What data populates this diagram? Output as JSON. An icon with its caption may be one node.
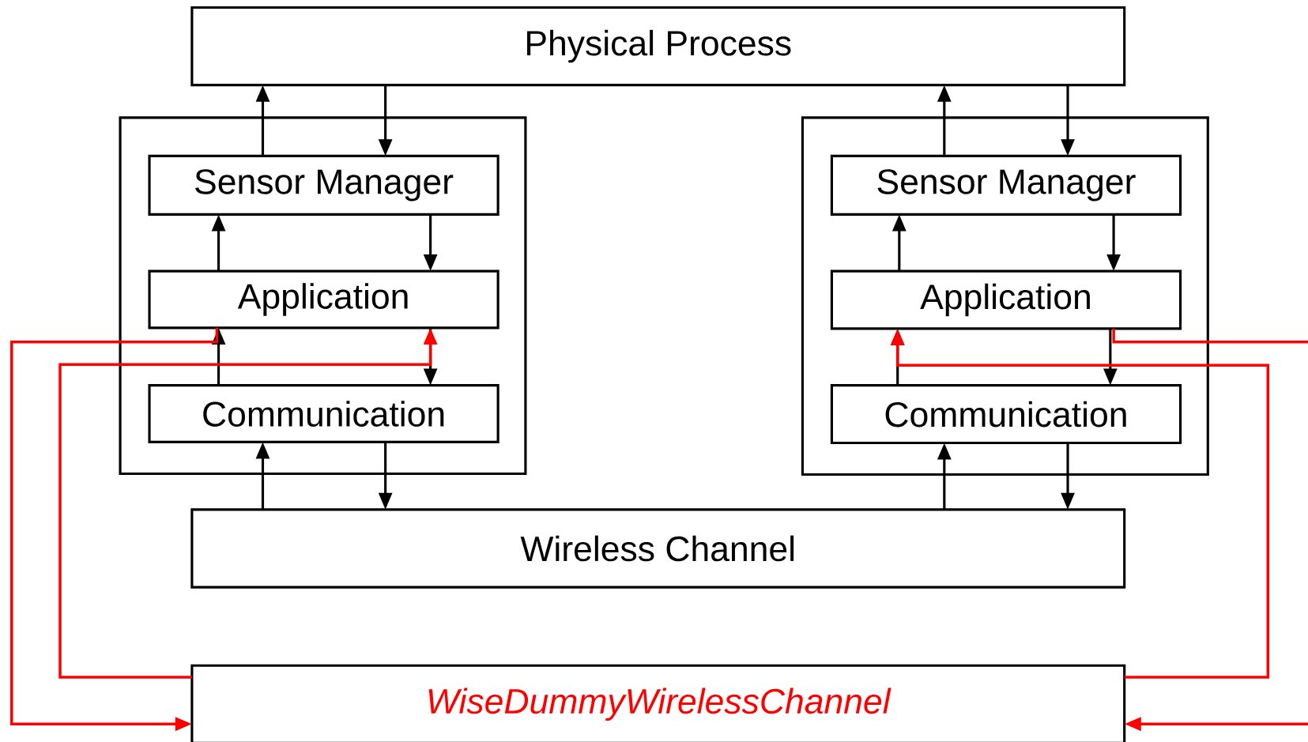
{
  "diagram": {
    "nodes": [
      {
        "text": [
          "Physical Process"
        ]
      },
      {
        "text": [],
        "shape": "box"
      },
      {
        "text": [
          "Sensor Manager"
        ],
        "in": 1
      },
      {
        "text": [
          "Application"
        ],
        "in": 1
      },
      {
        "text": [
          "Communication"
        ],
        "in": 1
      },
      {
        "text": [],
        "shape": "box"
      },
      {
        "text": [
          "Sensor Manager"
        ],
        "in": 5
      },
      {
        "text": [
          "Application"
        ],
        "in": 5
      },
      {
        "text": [
          "Communication"
        ],
        "in": 5
      },
      {
        "text": [
          "Wireless Channel"
        ]
      },
      {
        "text": [
          "WiseDummyWirelessChannel"
        ]
      }
    ],
    "edges": [
      {
        "from": 2,
        "to": 0,
        "arrow": "to"
      },
      {
        "from": 0,
        "to": 2,
        "arrow": "to"
      },
      {
        "from": 3,
        "to": 2,
        "arrow": "to"
      },
      {
        "from": 2,
        "to": 3,
        "arrow": "to"
      },
      {
        "from": 4,
        "to": 3,
        "arrow": "to"
      },
      {
        "from": 3,
        "to": 4,
        "arrow": "to"
      },
      {
        "from": 9,
        "to": 4,
        "arrow": "to"
      },
      {
        "from": 4,
        "to": 9,
        "arrow": "to"
      },
      {
        "from": 6,
        "to": 0,
        "arrow": "to"
      },
      {
        "from": 0,
        "to": 6,
        "arrow": "to"
      },
      {
        "from": 7,
        "to": 6,
        "arrow": "to"
      },
      {
        "from": 6,
        "to": 7,
        "arrow": "to"
      },
      {
        "from": 8,
        "to": 7,
        "arrow": "to"
      },
      {
        "from": 7,
        "to": 8,
        "arrow": "to"
      },
      {
        "from": 9,
        "to": 8,
        "arrow": "to"
      },
      {
        "from": 8,
        "to": 9,
        "arrow": "to"
      },
      {
        "from": 3,
        "to": 10,
        "arrow": "to",
        "color": "#ff0000"
      },
      {
        "from": 10,
        "to": 3,
        "arrow": "to",
        "color": "#ff0000"
      },
      {
        "from": 7,
        "to": 10,
        "arrow": "to",
        "color": "#ff0000"
      },
      {
        "from": 10,
        "to": 7,
        "arrow": "to",
        "color": "#ff0000"
      }
    ]
  }
}
